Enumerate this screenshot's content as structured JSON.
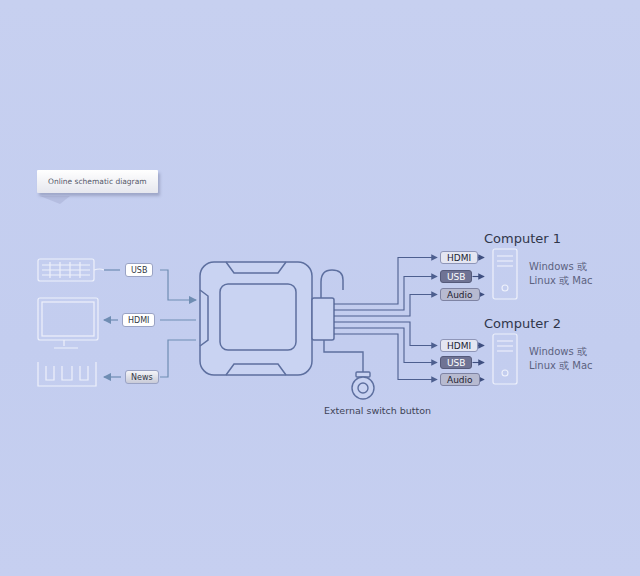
{
  "diagram": {
    "nodes": [
      {
        "text": [
          "Online schematic diagram"
        ]
      },
      {
        "text": [
          "USB"
        ]
      },
      {
        "text": [
          "HDMI"
        ]
      },
      {
        "text": [
          "News"
        ]
      },
      {
        "text": [
          "Computer 1",
          "Windows 或 Linux 或 Mac"
        ]
      },
      {
        "text": [
          "HDMI"
        ]
      },
      {
        "text": [
          "USB"
        ]
      },
      {
        "text": [
          "Audio"
        ]
      },
      {
        "text": [
          "Computer 2",
          "Windows 或 Linux 或 Mac"
        ]
      },
      {
        "text": [
          "HDMI"
        ]
      },
      {
        "text": [
          "USB"
        ]
      },
      {
        "text": [
          "Audio"
        ]
      }
    ],
    "edges": [
      {
        "from": 5,
        "to": 4,
        "arrow": "to"
      },
      {
        "from": 6,
        "to": 4,
        "arrow": "to"
      },
      {
        "from": 7,
        "to": 4,
        "arrow": "to"
      },
      {
        "from": 9,
        "to": 8,
        "arrow": "to"
      },
      {
        "from": 10,
        "to": 8,
        "arrow": "to"
      },
      {
        "from": 11,
        "to": 8,
        "arrow": "to"
      }
    ],
    "labels": [
      "External switch button"
    ]
  }
}
